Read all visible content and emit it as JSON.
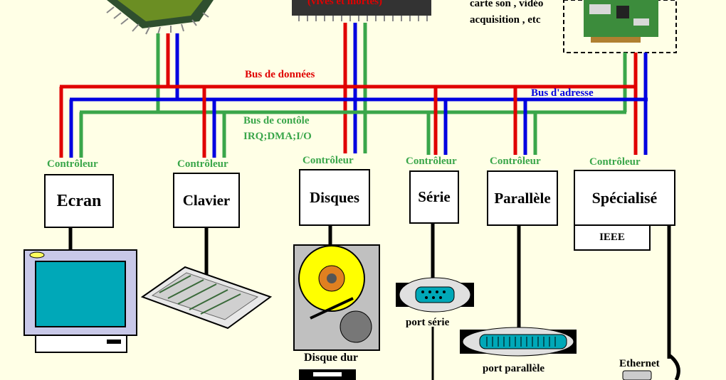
{
  "memory_chip": {
    "label": "(vives et mortes)"
  },
  "expansion": {
    "line1": "carte son , vidéo",
    "line2": "acquisition , etc"
  },
  "buses": {
    "data": {
      "label": "Bus de données",
      "color": "#e00000"
    },
    "address": {
      "label": "Bus d'adresse",
      "color": "#0000e0"
    },
    "control": {
      "label1": "Bus de contôle",
      "label2": "IRQ;DMA;I/O",
      "color": "#3aa64a"
    }
  },
  "controller_label": "Contrôleur",
  "controllers": [
    {
      "id": "ecran",
      "title": "Ecran"
    },
    {
      "id": "clavier",
      "title": "Clavier"
    },
    {
      "id": "disques",
      "title": "Disques"
    },
    {
      "id": "serie",
      "title": "Série"
    },
    {
      "id": "parallele",
      "title": "Parallèle"
    },
    {
      "id": "specialise",
      "title": "Spécialisé",
      "sub": "IEEE"
    }
  ],
  "devices": {
    "disk": "Disque dur",
    "serial_port": "port série",
    "parallel_port": "port parallèle",
    "ethernet": "Ethernet"
  }
}
